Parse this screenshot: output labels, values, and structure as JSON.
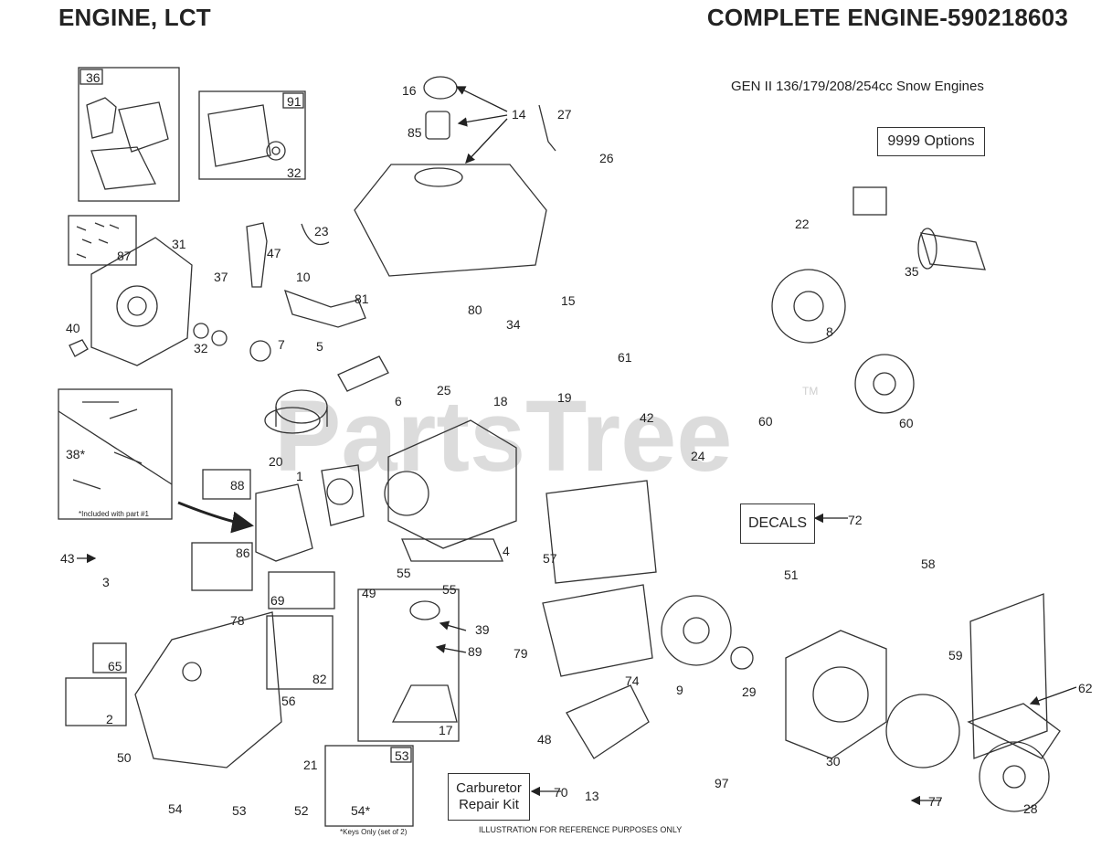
{
  "header": {
    "left_title": "ENGINE, LCT",
    "right_title": "COMPLETE ENGINE-590218603",
    "subtitle": "GEN II 136/179/208/254cc Snow Engines"
  },
  "boxes": {
    "options": "9999  Options",
    "decals": "DECALS",
    "carb_kit_line1": "Carburetor",
    "carb_kit_line2": "Repair Kit"
  },
  "notes": {
    "included": "*Included with part #1",
    "keys_only": "*Keys Only (set of 2)",
    "illustration": "ILLUSTRATION FOR REFERENCE PURPOSES ONLY",
    "watermark": "PartsTree",
    "trademark": "TM"
  },
  "parts": [
    {
      "id": "p36",
      "label": "36"
    },
    {
      "id": "p91",
      "label": "91"
    },
    {
      "id": "p32a",
      "label": "32"
    },
    {
      "id": "p87",
      "label": "87"
    },
    {
      "id": "p31",
      "label": "31"
    },
    {
      "id": "p47",
      "label": "47"
    },
    {
      "id": "p23",
      "label": "23"
    },
    {
      "id": "p37",
      "label": "37"
    },
    {
      "id": "p10",
      "label": "10"
    },
    {
      "id": "p81",
      "label": "81"
    },
    {
      "id": "p40",
      "label": "40"
    },
    {
      "id": "p32b",
      "label": "32"
    },
    {
      "id": "p7",
      "label": "7"
    },
    {
      "id": "p5",
      "label": "5"
    },
    {
      "id": "p6",
      "label": "6"
    },
    {
      "id": "p38",
      "label": "38*"
    },
    {
      "id": "p20",
      "label": "20"
    },
    {
      "id": "p1",
      "label": "1"
    },
    {
      "id": "p88",
      "label": "88"
    },
    {
      "id": "p43",
      "label": "43"
    },
    {
      "id": "p3",
      "label": "3"
    },
    {
      "id": "p86",
      "label": "86"
    },
    {
      "id": "p69",
      "label": "69"
    },
    {
      "id": "p78",
      "label": "78"
    },
    {
      "id": "p65",
      "label": "65"
    },
    {
      "id": "p82",
      "label": "82"
    },
    {
      "id": "p2",
      "label": "2"
    },
    {
      "id": "p56",
      "label": "56"
    },
    {
      "id": "p50",
      "label": "50"
    },
    {
      "id": "p21",
      "label": "21"
    },
    {
      "id": "p54a",
      "label": "54"
    },
    {
      "id": "p53a",
      "label": "53"
    },
    {
      "id": "p52",
      "label": "52"
    },
    {
      "id": "p53b",
      "label": "53"
    },
    {
      "id": "p54b",
      "label": "54*"
    },
    {
      "id": "p16",
      "label": "16"
    },
    {
      "id": "p85",
      "label": "85"
    },
    {
      "id": "p14",
      "label": "14"
    },
    {
      "id": "p27",
      "label": "27"
    },
    {
      "id": "p26",
      "label": "26"
    },
    {
      "id": "p80",
      "label": "80"
    },
    {
      "id": "p34",
      "label": "34"
    },
    {
      "id": "p15",
      "label": "15"
    },
    {
      "id": "p61",
      "label": "61"
    },
    {
      "id": "p25",
      "label": "25"
    },
    {
      "id": "p18",
      "label": "18"
    },
    {
      "id": "p19",
      "label": "19"
    },
    {
      "id": "p42",
      "label": "42"
    },
    {
      "id": "p4",
      "label": "4"
    },
    {
      "id": "p55a",
      "label": "55"
    },
    {
      "id": "p55b",
      "label": "55"
    },
    {
      "id": "p49",
      "label": "49"
    },
    {
      "id": "p39",
      "label": "39"
    },
    {
      "id": "p89",
      "label": "89"
    },
    {
      "id": "p17",
      "label": "17"
    },
    {
      "id": "p79",
      "label": "79"
    },
    {
      "id": "p74",
      "label": "74"
    },
    {
      "id": "p48",
      "label": "48"
    },
    {
      "id": "p13",
      "label": "13"
    },
    {
      "id": "p57",
      "label": "57"
    },
    {
      "id": "p24",
      "label": "24"
    },
    {
      "id": "p72",
      "label": "72"
    },
    {
      "id": "p70",
      "label": "70"
    },
    {
      "id": "p97",
      "label": "97"
    },
    {
      "id": "p22",
      "label": "22"
    },
    {
      "id": "p35",
      "label": "35"
    },
    {
      "id": "p8",
      "label": "8"
    },
    {
      "id": "p60a",
      "label": "60"
    },
    {
      "id": "p60b",
      "label": "60"
    },
    {
      "id": "p51",
      "label": "51"
    },
    {
      "id": "p58",
      "label": "58"
    },
    {
      "id": "p59",
      "label": "59"
    },
    {
      "id": "p62",
      "label": "62"
    },
    {
      "id": "p9",
      "label": "9"
    },
    {
      "id": "p29",
      "label": "29"
    },
    {
      "id": "p30",
      "label": "30"
    },
    {
      "id": "p28",
      "label": "28"
    },
    {
      "id": "p77",
      "label": "77"
    }
  ]
}
